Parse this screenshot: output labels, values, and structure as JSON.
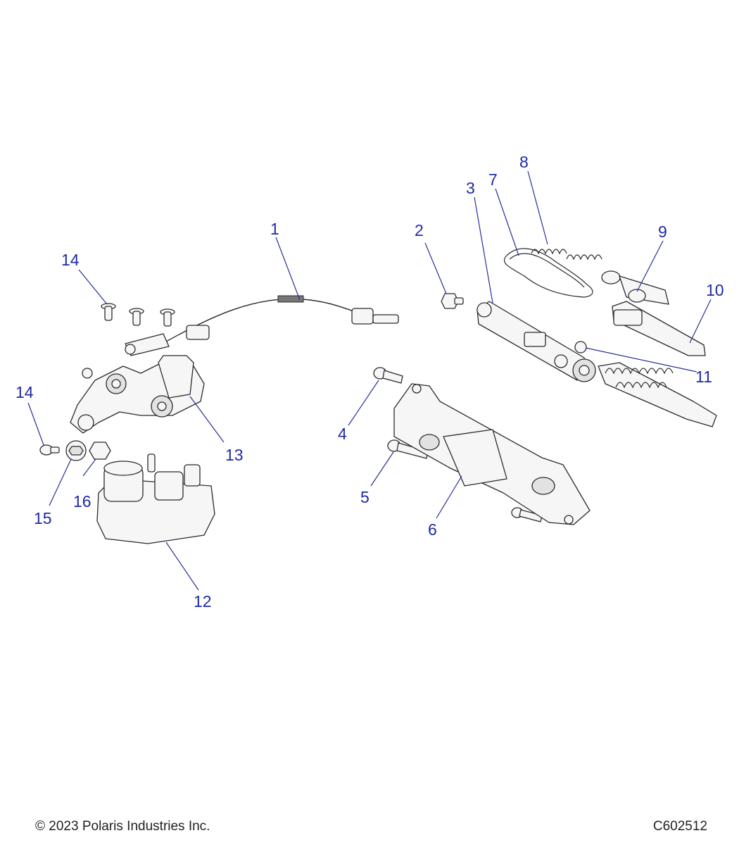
{
  "footer": {
    "copyright": "© 2023 Polaris Industries Inc.",
    "drawing_code": "C602512"
  },
  "callouts": [
    {
      "id": "1",
      "label": "1"
    },
    {
      "id": "2",
      "label": "2"
    },
    {
      "id": "3",
      "label": "3"
    },
    {
      "id": "4",
      "label": "4"
    },
    {
      "id": "5",
      "label": "5"
    },
    {
      "id": "6",
      "label": "6"
    },
    {
      "id": "7",
      "label": "7"
    },
    {
      "id": "8",
      "label": "8"
    },
    {
      "id": "9",
      "label": "9"
    },
    {
      "id": "10",
      "label": "10"
    },
    {
      "id": "11",
      "label": "11"
    },
    {
      "id": "12",
      "label": "12"
    },
    {
      "id": "13",
      "label": "13"
    },
    {
      "id": "14a",
      "label": "14"
    },
    {
      "id": "14b",
      "label": "14"
    },
    {
      "id": "15",
      "label": "15"
    },
    {
      "id": "16",
      "label": "16"
    }
  ],
  "colors": {
    "callout": "#1e2aa8",
    "line": "#2b2b2b",
    "part_fill": "#f6f6f6"
  }
}
